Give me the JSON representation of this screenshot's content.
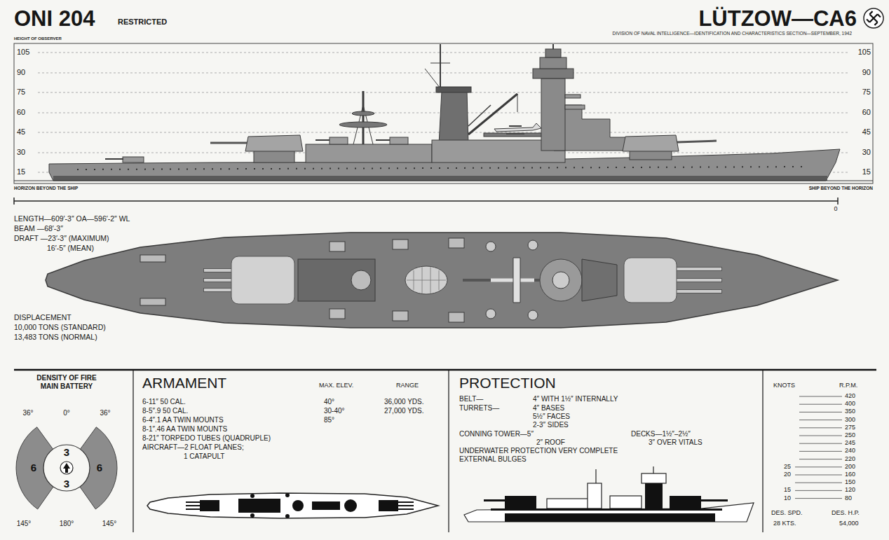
{
  "diagram": {
    "title": "LÜTZOW—CA6",
    "nodes": [
      {
        "text": [
          "6"
        ]
      },
      {
        "text": [
          "3",
          "3"
        ]
      },
      {
        "text": [
          "6"
        ]
      }
    ],
    "labels": [
      "ONI 204",
      "RESTRICTED",
      "DIVISION OF NAVAL INTELLIGENCE—IDENTIFICATION AND CHARACTERISTICS SECTION—SEPTEMBER, 1942",
      "HEIGHT OF OBSERVER",
      "105",
      "90",
      "75",
      "60",
      "45",
      "30",
      "15",
      "105",
      "90",
      "75",
      "60",
      "45",
      "30",
      "15",
      "HORIZON BEYOND THE SHIP",
      "SHIP BEYOND THE HORIZON",
      "0",
      "LENGTH—609′-3″ OA—596′-2″ WL",
      "BEAM —68′-3″",
      "DRAFT —23′-3″ (MAXIMUM)",
      "16′-5″ (MEAN)",
      "DISPLACEMENT",
      "10,000 TONS (STANDARD)",
      "13,483 TONS (NORMAL)",
      "DENSITY OF FIRE MAIN BATTERY",
      "36°",
      "0°",
      "36°",
      "145°",
      "180°",
      "145°",
      "ARMAMENT",
      "MAX. ELEV.",
      "RANGE",
      "6-11″ 50 CAL.",
      "40°",
      "36,000 YDS.",
      "8-5″.9 50 CAL.",
      "30-40°",
      "27,000 YDS.",
      "6-4″.1 AA TWIN MOUNTS",
      "85°",
      "8-1″.46 AA TWIN MOUNTS",
      "8-21″ TORPEDO TUBES (QUADRUPLE)",
      "AIRCRAFT—2 FLOAT PLANES;",
      "1 CATAPULT",
      "PROTECTION",
      "BELT—",
      "4″ WITH 1½″ INTERNALLY",
      "TURRETS—",
      "4″ BASES",
      "5½″ FACES",
      "2-3″ SIDES",
      "CONNING TOWER—5″",
      "DECKS—1½″–2½″",
      "2″ ROOF",
      "3″ OVER VITALS",
      "UNDERWATER PROTECTION VERY COMPLETE",
      "EXTERNAL BULGES",
      "KNOTS",
      "R.P.M.",
      "420",
      "400",
      "350",
      "300",
      "275",
      "250",
      "245",
      "240",
      "220",
      "200",
      "160",
      "150",
      "120",
      "80",
      "25",
      "20",
      "15",
      "10",
      "DES. SPD.",
      "DES. H.P.",
      "28 KTS.",
      "54,000"
    ]
  }
}
